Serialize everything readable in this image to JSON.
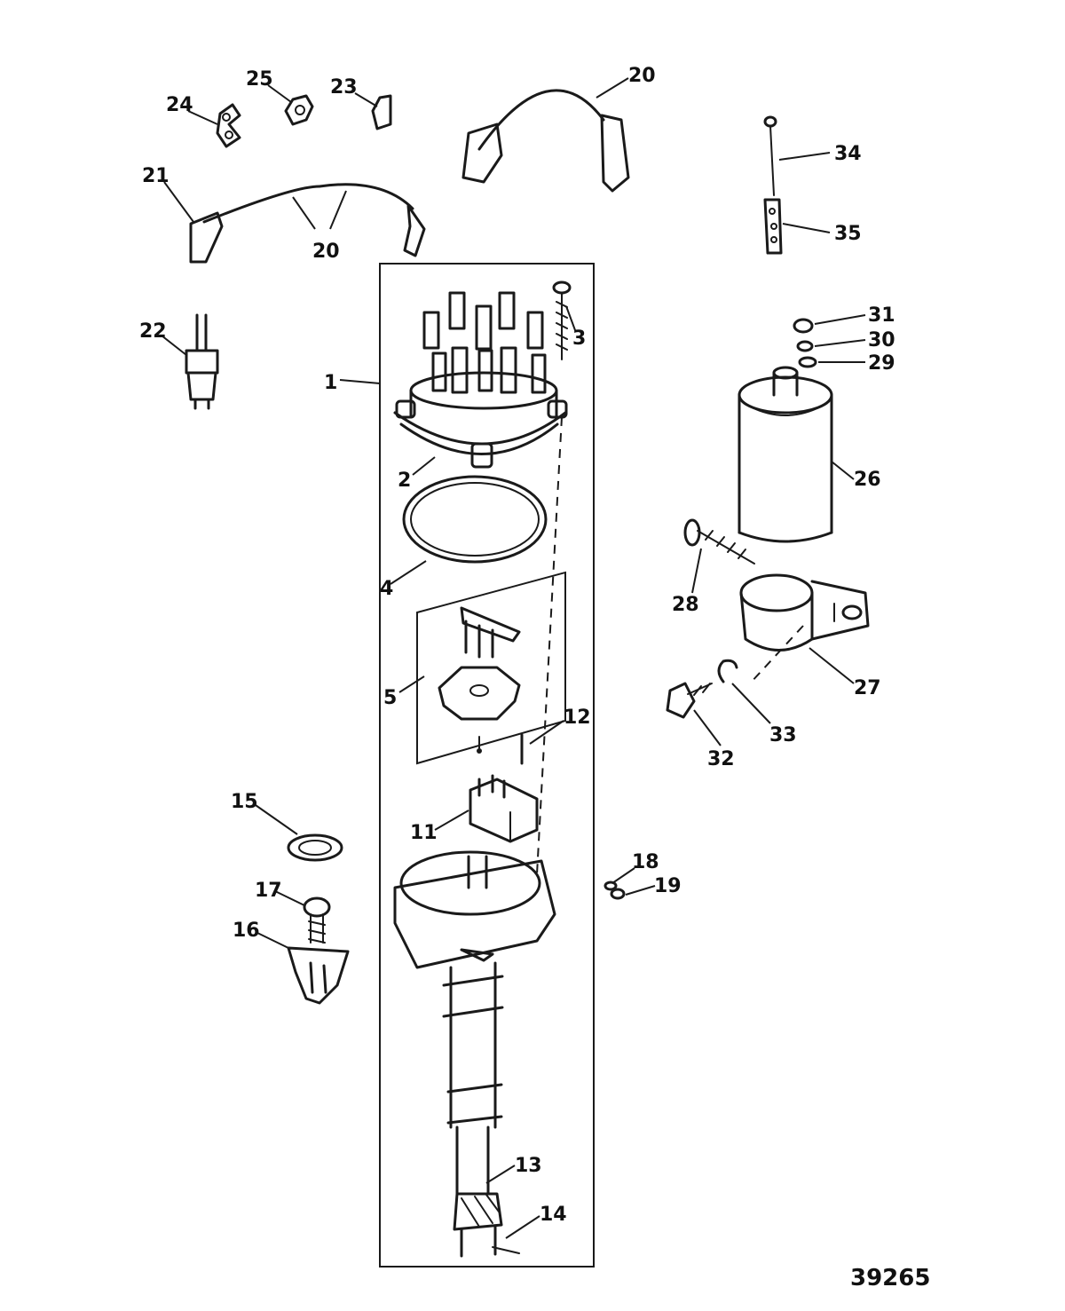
{
  "callouts": {
    "c1": "1",
    "c2": "2",
    "c3": "3",
    "c4": "4",
    "c5": "5",
    "c11": "11",
    "c12": "12",
    "c13": "13",
    "c14": "14",
    "c15": "15",
    "c16": "16",
    "c17": "17",
    "c18": "18",
    "c19": "19",
    "c20a": "20",
    "c20b": "20",
    "c21": "21",
    "c22": "22",
    "c23": "23",
    "c24": "24",
    "c25": "25",
    "c26": "26",
    "c27": "27",
    "c28": "28",
    "c29": "29",
    "c30": "30",
    "c31": "31",
    "c32": "32",
    "c33": "33",
    "c34": "34",
    "c35": "35"
  },
  "figure_id": "39265"
}
